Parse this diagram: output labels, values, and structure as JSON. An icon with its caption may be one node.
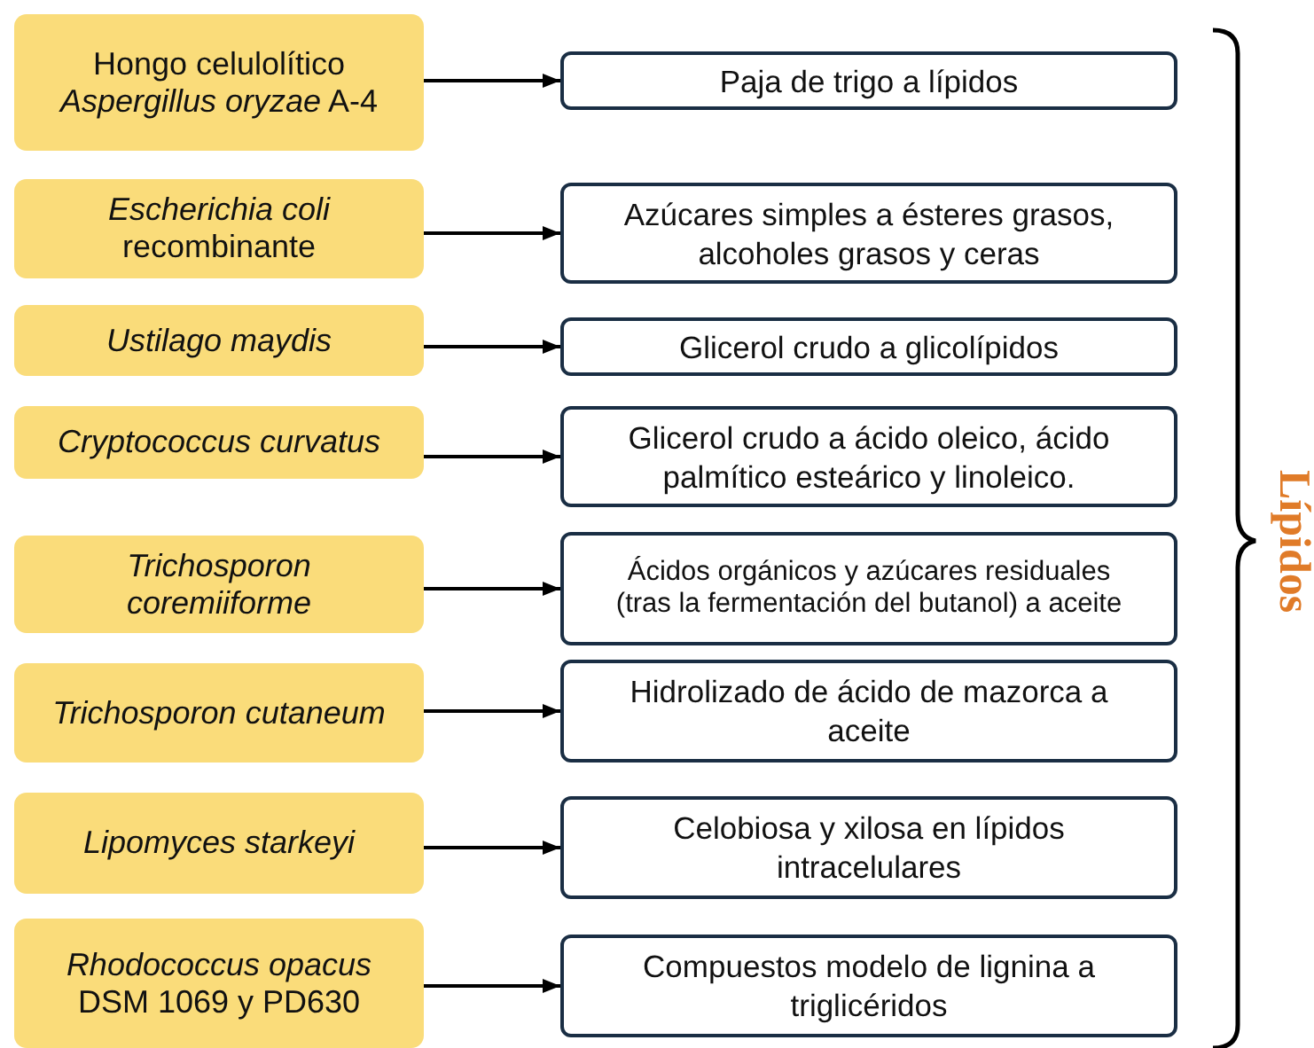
{
  "diagram": {
    "nodes": [
      {
        "text": [
          "Hongo celulolítico *Aspergillus oryzae* A-4"
        ]
      },
      {
        "text": [
          "*Escherichia coli* recombinante"
        ]
      },
      {
        "text": [
          "Ustilago maydis"
        ]
      },
      {
        "text": [
          "Cryptococcus curvatus"
        ]
      },
      {
        "text": [
          "Trichosporon coremiiforme"
        ]
      },
      {
        "text": [
          "Trichosporon cutaneum"
        ]
      },
      {
        "text": [
          "Lipomyces starkeyi"
        ]
      },
      {
        "text": [
          "*Rhodococcus opacus* DSM 1069 y PD630"
        ]
      },
      {
        "text": [
          "Paja de trigo a lípidos"
        ]
      },
      {
        "text": [
          "Azúcares simples a ésteres grasos, alcoholes grasos y ceras"
        ]
      },
      {
        "text": [
          "Glicerol crudo a glicolípidos"
        ]
      },
      {
        "text": [
          "Glicerol crudo a ácido oleico, ácido palmítico esteárico y linoleico."
        ]
      },
      {
        "text": [
          "Ácidos orgánicos y azúcares residuales (tras la fermentación del butanol) a aceite"
        ]
      },
      {
        "text": [
          "Hidrolizado de ácido de mazorca a aceite"
        ]
      },
      {
        "text": [
          "Celobiosa y xilosa en lípidos intracelulares"
        ]
      },
      {
        "text": [
          "Compuestos modelo de lignina a triglicéridos"
        ]
      }
    ],
    "edges": [
      {
        "from": 0,
        "to": 8,
        "arrow": "to"
      },
      {
        "from": 1,
        "to": 9,
        "arrow": "to"
      },
      {
        "from": 2,
        "to": 10,
        "arrow": "to"
      },
      {
        "from": 3,
        "to": 11,
        "arrow": "to"
      },
      {
        "from": 4,
        "to": 12,
        "arrow": "to"
      },
      {
        "from": 5,
        "to": 13,
        "arrow": "to"
      },
      {
        "from": 6,
        "to": 14,
        "arrow": "to"
      },
      {
        "from": 7,
        "to": 15,
        "arrow": "to"
      }
    ],
    "labels": [
      "Lípidos"
    ]
  }
}
